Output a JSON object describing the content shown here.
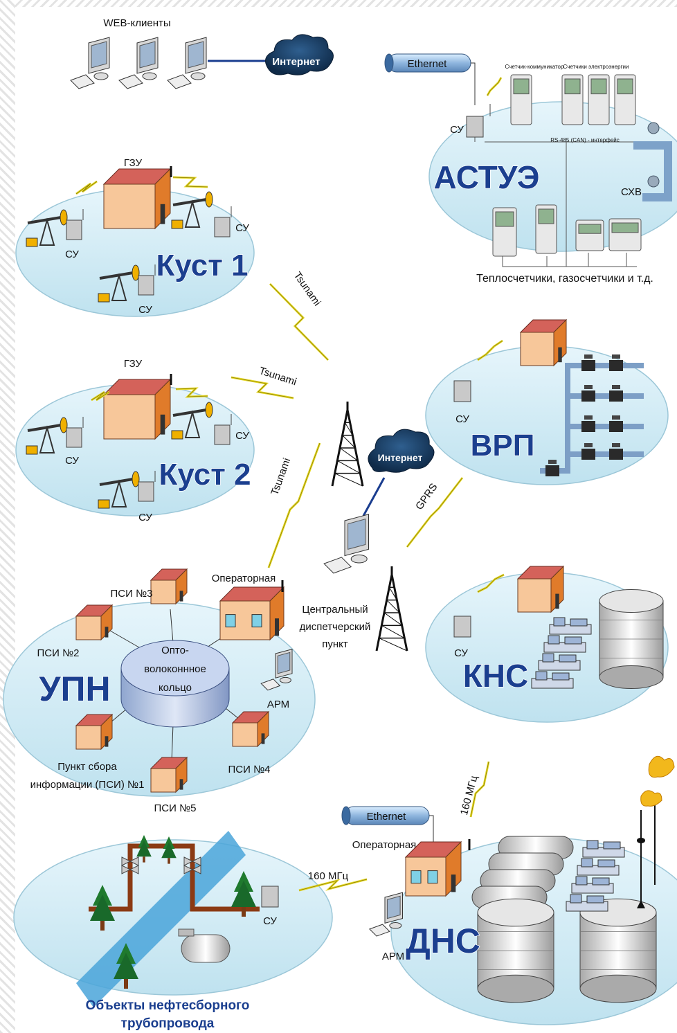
{
  "labels": {
    "web_clients": "WEB-клиенты",
    "internet": "Интернет",
    "ethernet": "Ethernet",
    "counter_communicator": "Счетчик-коммуникатор",
    "electricity_meters": "Счетчики электроэнергии",
    "rs485": "RS-485 (CAN) - интерфейс",
    "su": "СУ",
    "astue": "АСТУЭ",
    "shv": "СХВ",
    "heat_meters": "Теплосчетчики, газосчетчики и т.д.",
    "gzu": "ГЗУ",
    "kust1": "Куст 1",
    "kust2": "Куст 2",
    "tsunami": "Tsunami",
    "vrp": "ВРП",
    "gprs": "GPRS",
    "operator_room": "Операторная",
    "central_dispatch": [
      "Центральный",
      "диспетчерский",
      "пункт"
    ],
    "kns": "КНС",
    "psi3": "ПСИ №3",
    "psi2": "ПСИ №2",
    "psi4": "ПСИ №4",
    "psi5": "ПСИ №5",
    "psi1": [
      "Пункт сбора",
      "информации (ПСИ) №1"
    ],
    "fiber_ring": [
      "Опто-",
      "волоконнное",
      "кольцо"
    ],
    "upn": "УПН",
    "arm": "АРМ",
    "freq": "160 МГц",
    "dns": "ДНС",
    "pipeline_objects": [
      "Объекты нефтесборного",
      "трубопровода"
    ]
  },
  "colors": {
    "ellipse_fill": "#cfeaf4",
    "building_roof": "#d4625a",
    "building_side": "#e07b2a",
    "building_front": "#f7c79a",
    "big_label": "#1b3f8f",
    "cloud": "#17395c",
    "lightning": "#e6d92a"
  },
  "icons": [
    "computer-icon",
    "cloud-icon",
    "antenna-tower-icon",
    "building-icon",
    "pump-jack-icon",
    "control-cabinet-icon",
    "meter-icon",
    "tank-icon",
    "pump-icon",
    "valve-icon",
    "tree-icon",
    "flare-icon",
    "lightning-icon"
  ]
}
